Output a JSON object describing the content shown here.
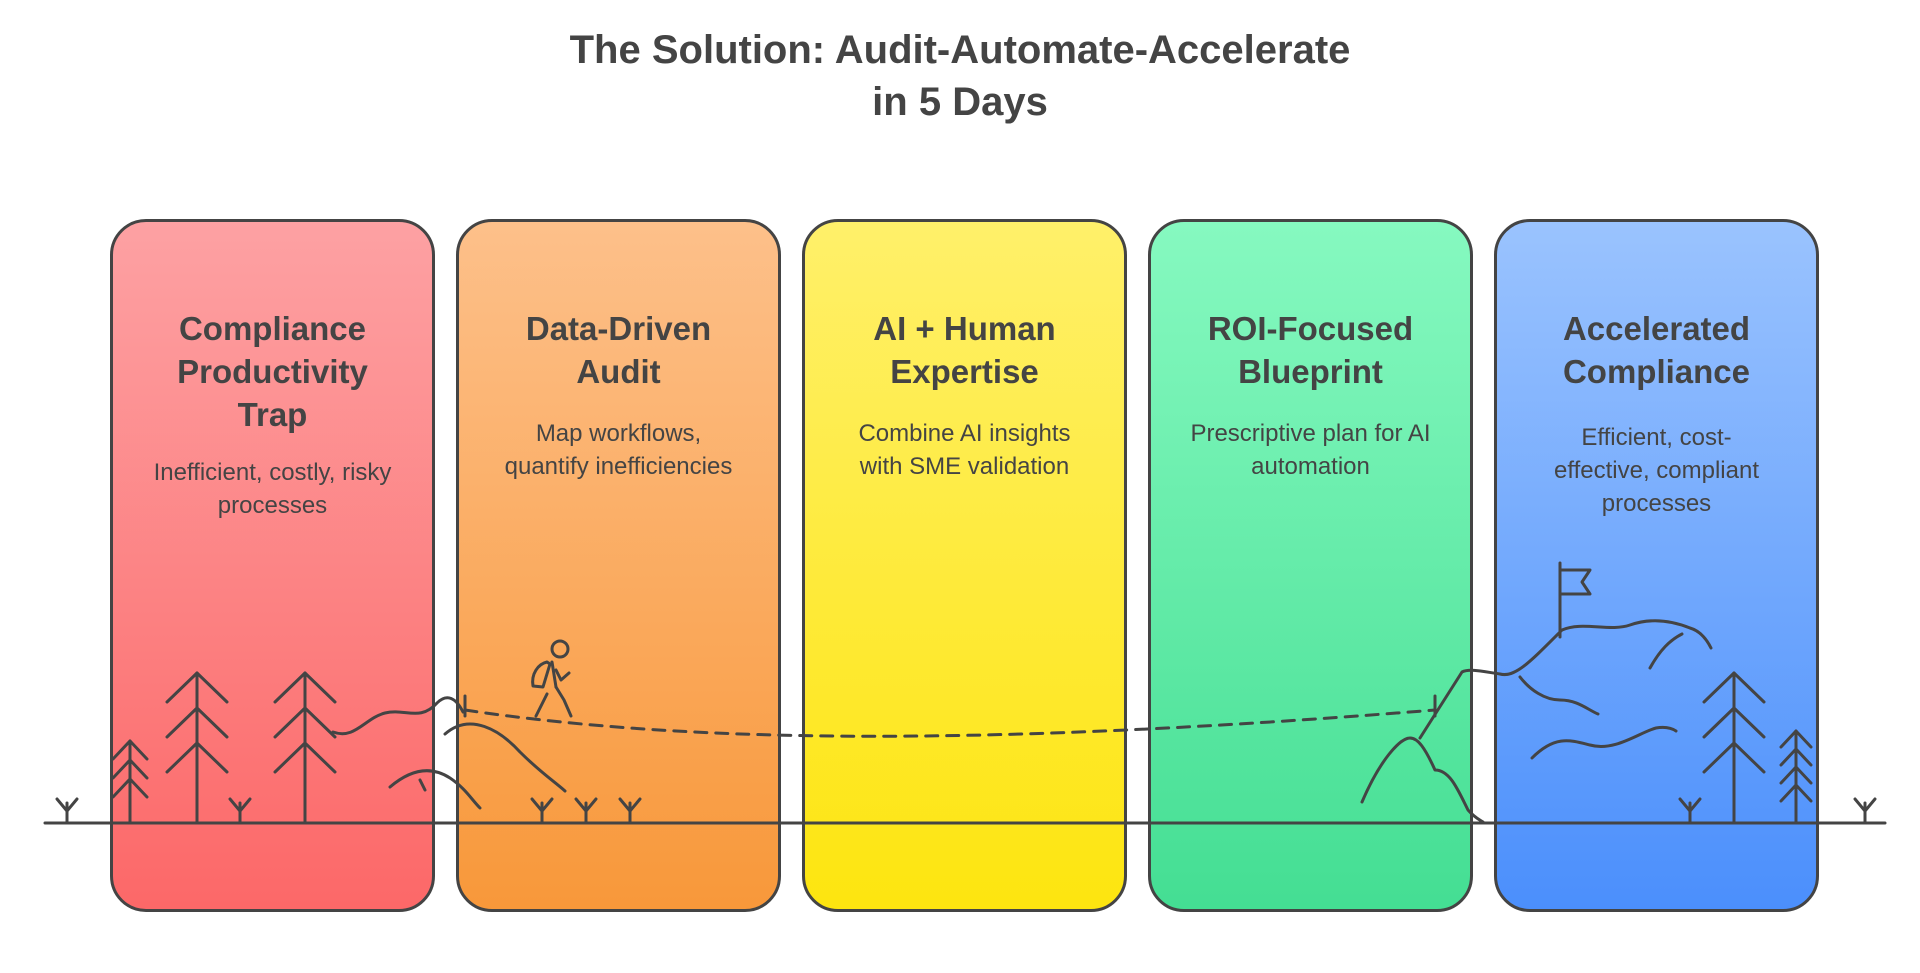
{
  "title": {
    "line1": "The Solution: Audit-Automate-Accelerate",
    "line2": "in 5 Days"
  },
  "stages": [
    {
      "heading": [
        "Compliance",
        "Productivity",
        "Trap"
      ],
      "description": [
        "Inefficient, costly, risky",
        "processes"
      ],
      "gradient": [
        "#fda1a3",
        "#fc6868"
      ]
    },
    {
      "heading": [
        "Data-Driven",
        "Audit"
      ],
      "description": [
        "Map workflows,",
        "quantify inefficiencies"
      ],
      "gradient": [
        "#fdc08a",
        "#f8983a"
      ]
    },
    {
      "heading": [
        "AI + Human",
        "Expertise"
      ],
      "description": [
        "Combine AI insights",
        "with SME validation"
      ],
      "gradient": [
        "#fff06a",
        "#fde50f"
      ]
    },
    {
      "heading": [
        "ROI-Focused",
        "Blueprint"
      ],
      "description": [
        "Prescriptive plan for AI",
        "automation"
      ],
      "gradient": [
        "#86f9c0",
        "#44de93"
      ]
    },
    {
      "heading": [
        "Accelerated",
        "Compliance"
      ],
      "description": [
        "Efficient, cost-",
        "effective, compliant",
        "processes"
      ],
      "gradient": [
        "#9ac3fe",
        "#4b8ffc"
      ]
    }
  ],
  "colors": {
    "stroke": "#444444",
    "text": "#444444",
    "background": "#ffffff"
  },
  "icons": [
    "pine-tree-icon",
    "hiker-icon",
    "mountain-icon",
    "summit-flag-icon",
    "grass-tuft-icon"
  ]
}
